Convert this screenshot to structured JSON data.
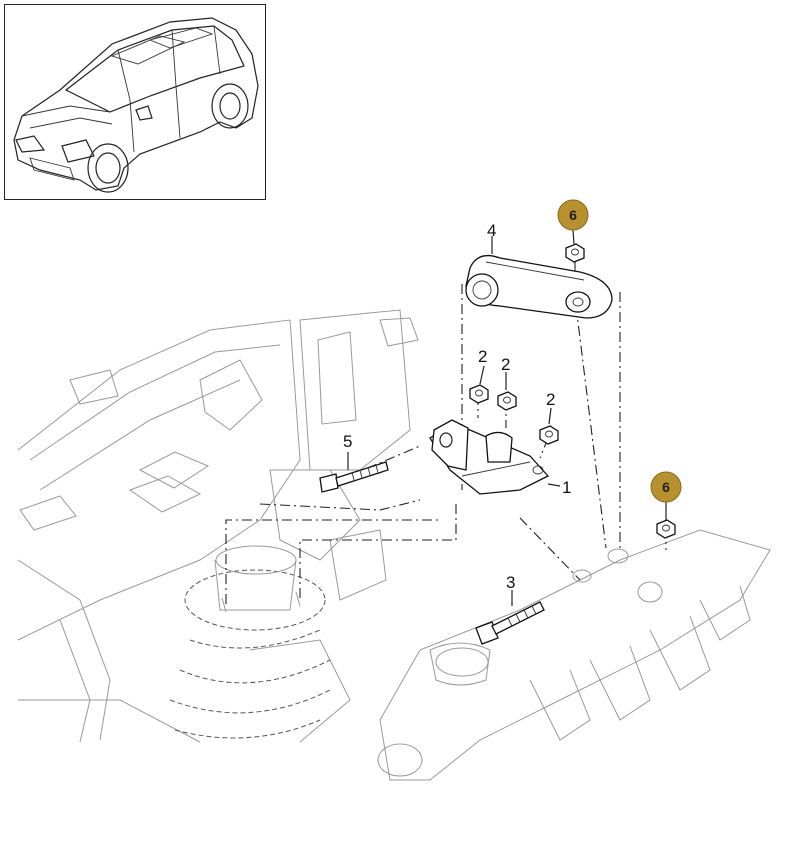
{
  "diagram": {
    "callouts": [
      {
        "id": "callout-1",
        "text": "1"
      },
      {
        "id": "callout-2a",
        "text": "2"
      },
      {
        "id": "callout-2b",
        "text": "2"
      },
      {
        "id": "callout-2c",
        "text": "2"
      },
      {
        "id": "callout-3",
        "text": "3"
      },
      {
        "id": "callout-4",
        "text": "4"
      },
      {
        "id": "callout-5",
        "text": "5"
      }
    ],
    "badges": [
      {
        "id": "badge-6-top",
        "text": "6"
      },
      {
        "id": "badge-6-right",
        "text": "6"
      }
    ]
  },
  "colors": {
    "badge_fill": "#b8912f",
    "line": "#222222",
    "body_faint": "#999999"
  }
}
